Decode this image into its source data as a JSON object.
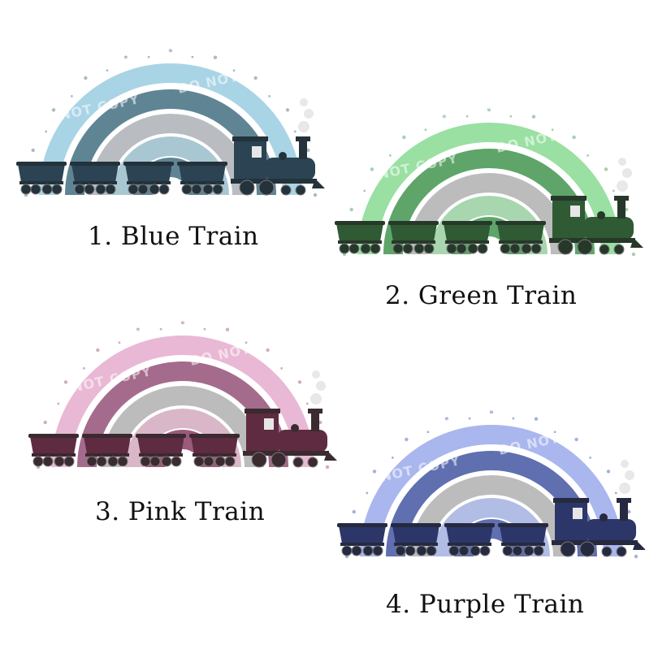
{
  "watermark": "DO NOT COPY",
  "panels": [
    {
      "caption": "1. Blue Train",
      "colors": {
        "outer": "#a9d4e6",
        "ring2": "#5f8595",
        "ring3": "#b9bdc1",
        "ring4": "#a9c7d3",
        "inner": "#5f8595",
        "car": "#2b4352",
        "wheel": "#23323b"
      }
    },
    {
      "caption": "2. Green Train",
      "colors": {
        "outer": "#99e0a2",
        "ring2": "#5fa569",
        "ring3": "#bcbcbc",
        "ring4": "#a8d6ae",
        "inner": "#5fa569",
        "car": "#2f5a33",
        "wheel": "#26382a"
      }
    },
    {
      "caption": "3. Pink Train",
      "colors": {
        "outer": "#e9b8d5",
        "ring2": "#a56b8c",
        "ring3": "#bcbcbc",
        "ring4": "#d9b7c8",
        "inner": "#9a5a7c",
        "car": "#5e2b41",
        "wheel": "#3b2a30"
      }
    },
    {
      "caption": "4. Purple Train",
      "colors": {
        "outer": "#aab6ee",
        "ring2": "#5f6fb0",
        "ring3": "#bcbcbc",
        "ring4": "#b2bde6",
        "inner": "#5f6fb0",
        "car": "#2c3668",
        "wheel": "#252a40"
      }
    }
  ]
}
